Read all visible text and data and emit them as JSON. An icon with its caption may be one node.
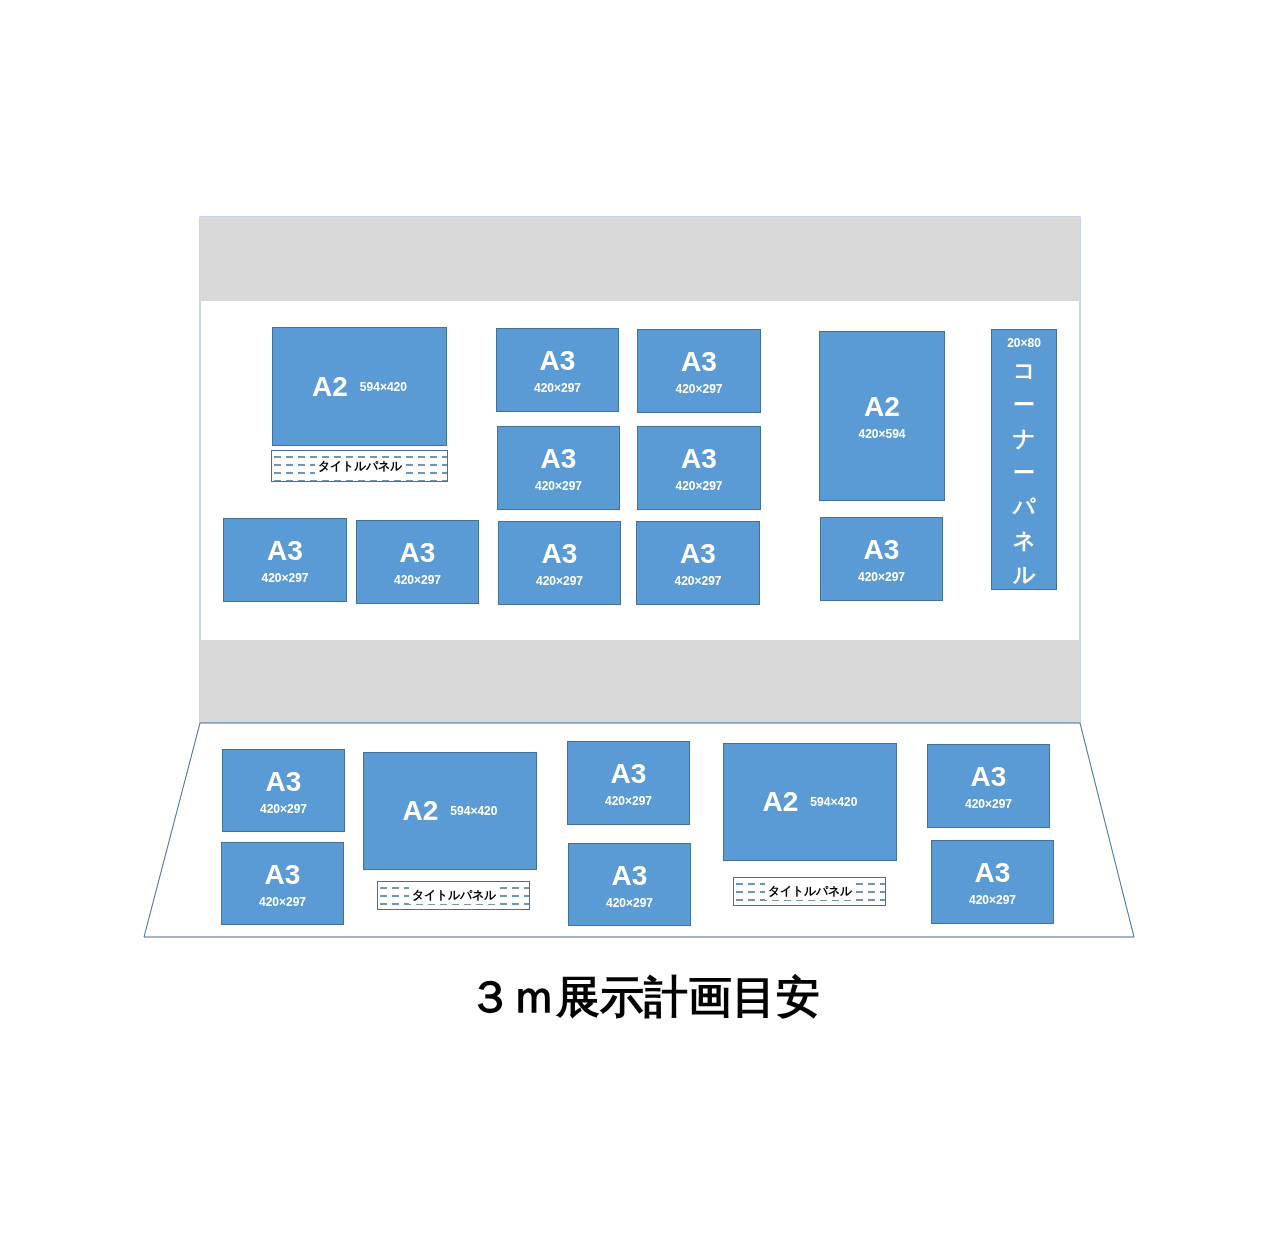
{
  "diagram": {
    "caption": "３ｍ展示計画目安",
    "nodes": [
      {
        "text": [
          "A2",
          "594×420"
        ]
      },
      {
        "text": [
          "A3",
          "420×297"
        ]
      },
      {
        "text": [
          "A3",
          "420×297"
        ]
      },
      {
        "text": [
          "A2",
          "420×594"
        ]
      },
      {
        "text": [
          "20×80",
          "コーナーパネル"
        ]
      },
      {
        "text": [
          "タイトルパネル"
        ]
      },
      {
        "text": [
          "A3",
          "420×297"
        ]
      },
      {
        "text": [
          "A3",
          "420×297"
        ]
      },
      {
        "text": [
          "A3",
          "420×297"
        ]
      },
      {
        "text": [
          "A3",
          "420×297"
        ]
      },
      {
        "text": [
          "A3",
          "420×297"
        ]
      },
      {
        "text": [
          "A3",
          "420×297"
        ]
      },
      {
        "text": [
          "A3",
          "420×297"
        ]
      },
      {
        "text": [
          "A3",
          "420×297"
        ]
      },
      {
        "text": [
          "A2",
          "594×420"
        ]
      },
      {
        "text": [
          "A3",
          "420×297"
        ]
      },
      {
        "text": [
          "A2",
          "594×420"
        ]
      },
      {
        "text": [
          "A3",
          "420×297"
        ]
      },
      {
        "text": [
          "A3",
          "420×297"
        ]
      },
      {
        "text": [
          "A3",
          "420×297"
        ]
      },
      {
        "text": [
          "A3",
          "420×297"
        ]
      },
      {
        "text": [
          "タイトルパネル"
        ]
      },
      {
        "text": [
          "タイトルパネル"
        ]
      }
    ],
    "edges": []
  }
}
